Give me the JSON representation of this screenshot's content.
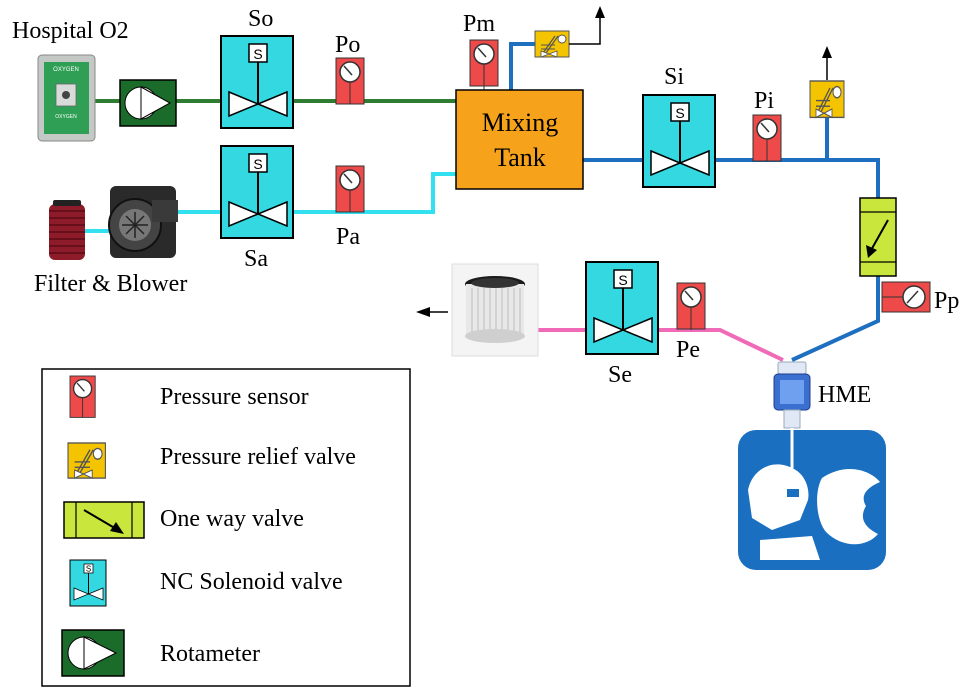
{
  "labels": {
    "hospital_o2": "Hospital O2",
    "oxygen_plate_top": "OXYGEN",
    "oxygen_plate_bottom": "OXYGEN",
    "so": "So",
    "po": "Po",
    "pm": "Pm",
    "si": "Si",
    "pi": "Pi",
    "sa": "Sa",
    "pa": "Pa",
    "mixing_tank_line1": "Mixing",
    "mixing_tank_line2": "Tank",
    "filter_blower": "Filter & Blower",
    "se": "Se",
    "pe": "Pe",
    "pp": "Pp",
    "hme": "HME",
    "solenoid_s": "S"
  },
  "legend": {
    "items": [
      {
        "label": "Pressure sensor",
        "icon": "pressure-sensor-icon"
      },
      {
        "label": "Pressure relief valve",
        "icon": "pressure-relief-valve-icon"
      },
      {
        "label": "One way valve",
        "icon": "one-way-valve-icon"
      },
      {
        "label": "NC Solenoid valve",
        "icon": "nc-solenoid-valve-icon"
      },
      {
        "label": "Rotameter",
        "icon": "rotameter-icon"
      }
    ]
  },
  "colors": {
    "oxygen_line": "#2e7d32",
    "air_line": "#33e0f0",
    "inspiratory_line": "#1e6fc0",
    "expiratory_line": "#f06ab8",
    "solenoid_fill": "#33d8e0",
    "sensor_fill": "#ee4a4a",
    "relief_fill": "#f5c400",
    "oneway_fill": "#c8e63c",
    "tank_fill": "#f7a21b",
    "rotameter_fill": "#1b6b2a",
    "patient_fill": "#1a6fc0"
  }
}
